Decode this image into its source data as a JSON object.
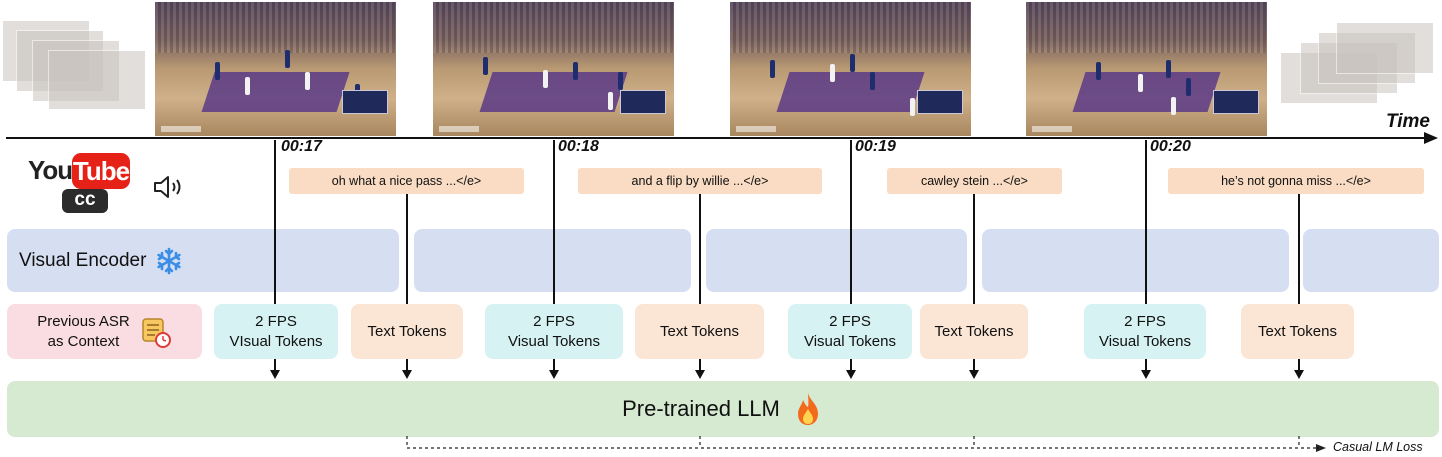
{
  "timeline": {
    "label": "Time",
    "stamps": [
      "00:17",
      "00:18",
      "00:19",
      "00:20"
    ]
  },
  "youtube": {
    "word1": "You",
    "word2": "Tube",
    "cc": "cc"
  },
  "asr_captions": [
    "oh what a nice pass ...</e>",
    "and a flip by willie ...</e>",
    "cawley stein ...</e>",
    "he’s not gonna miss ...</e>"
  ],
  "visual_encoder": {
    "label": "Visual Encoder"
  },
  "context": {
    "line1": "Previous ASR",
    "line2": "as Context"
  },
  "visual_tokens": {
    "line1": "2 FPS",
    "line2_first": "VIsual Tokens",
    "line2": "Visual Tokens"
  },
  "text_tokens": {
    "label": "Text Tokens"
  },
  "llm": {
    "label": "Pre-trained LLM"
  },
  "loss": {
    "label": "Casual LM Loss"
  },
  "colors": {
    "encoder": "#d6dff2",
    "visual_tokens": "#d6f2f2",
    "text_tokens": "#fbe6d6",
    "caption": "#f9dcc3",
    "context": "#f9dde2",
    "llm": "#d5ead0",
    "youtube_red": "#e62117"
  }
}
